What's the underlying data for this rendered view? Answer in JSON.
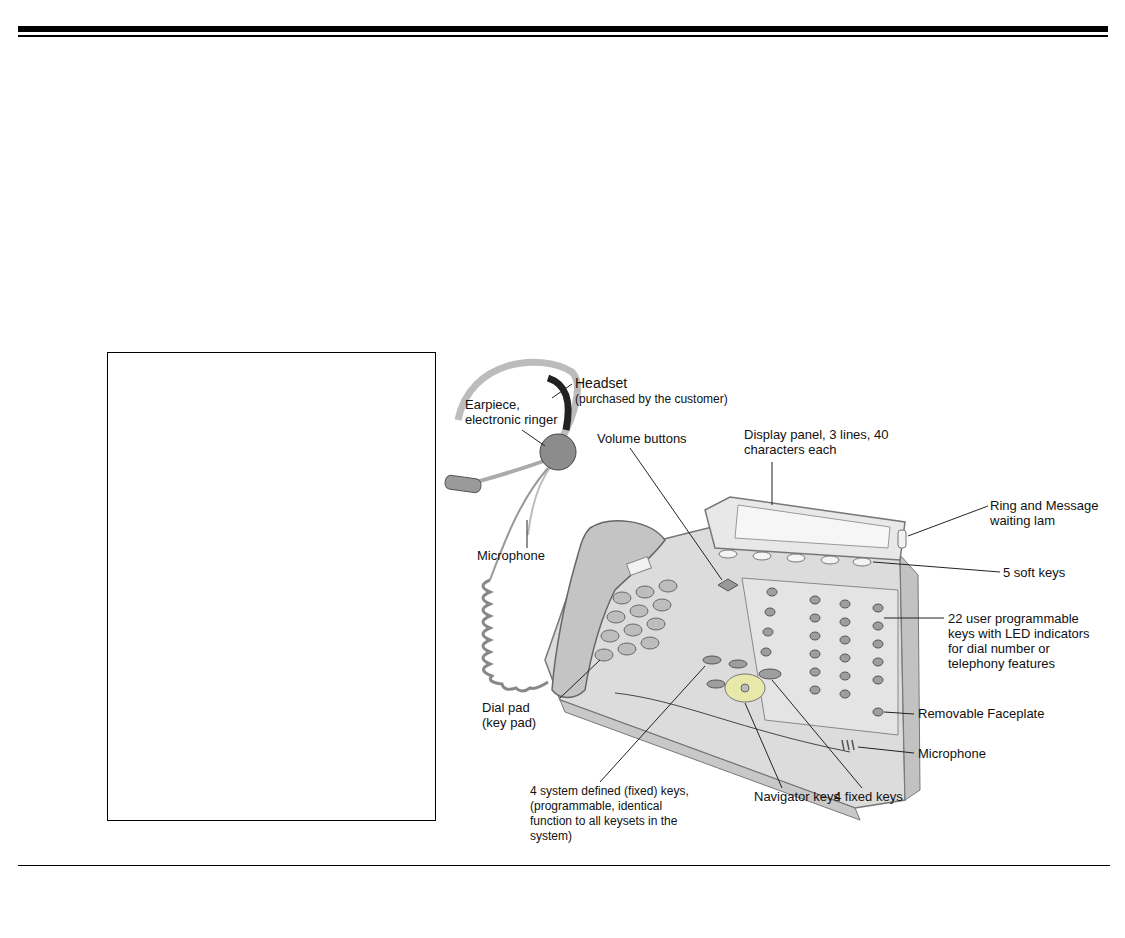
{
  "diagram": {
    "labels": [
      "Headset",
      "(purchased by the customer)",
      "Earpiece, electronic ringer",
      "Volume buttons",
      "Display panel, 3 lines, 40 characters each",
      "Ring and Message waiting lam",
      "5 soft keys",
      "22 user programmable keys with LED indicators for dial number or telephony features",
      "Microphone",
      "Removable Faceplate",
      "Microphone",
      "Dial pad (key pad)",
      "4 system defined (fixed) keys, (programmable, identical function to all keysets in the system)",
      "Navigator keys",
      "4 fixed keys"
    ]
  }
}
